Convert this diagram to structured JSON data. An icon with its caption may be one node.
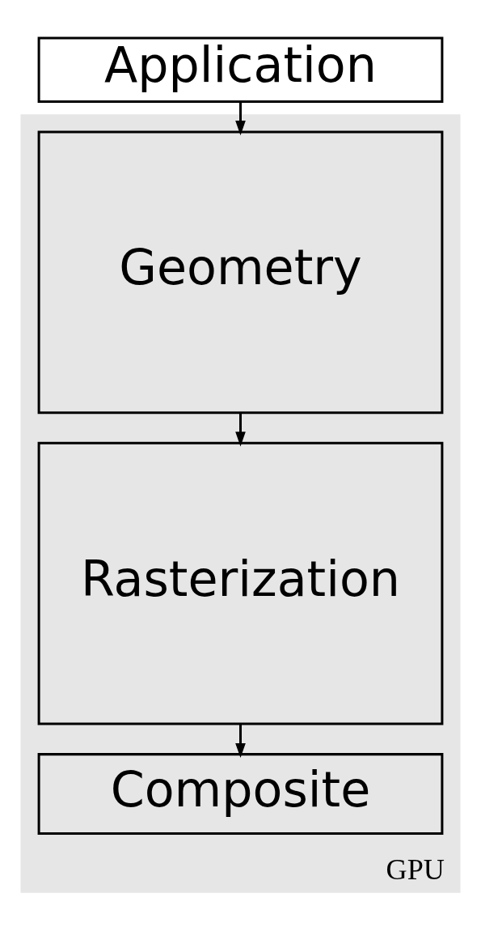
{
  "diagram": {
    "nodes": [
      {
        "text": [
          "Application"
        ]
      },
      {
        "text": [
          "GPU"
        ]
      },
      {
        "text": [
          "Geometry"
        ],
        "in": 1
      },
      {
        "text": [
          "Rasterization"
        ],
        "in": 1
      },
      {
        "text": [
          "Composite"
        ],
        "in": 1
      }
    ],
    "edges": [
      {
        "from": 0,
        "to": 2,
        "arrow": "to"
      },
      {
        "from": 2,
        "to": 3,
        "arrow": "to"
      },
      {
        "from": 3,
        "to": 4,
        "arrow": "to"
      }
    ]
  }
}
